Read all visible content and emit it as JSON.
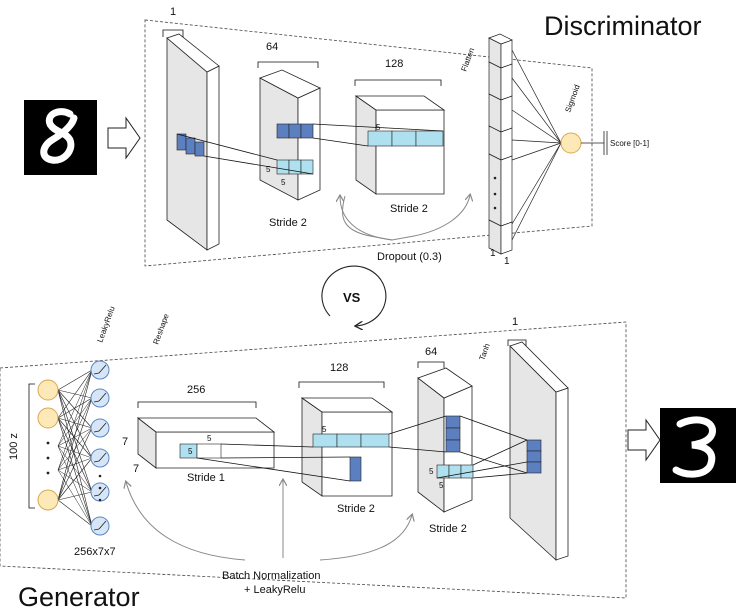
{
  "discriminator": {
    "title": "Discriminator",
    "input_depth_label": "1",
    "conv1_filters_label": "64",
    "conv2_filters_label": "128",
    "conv1_stride_label": "Stride 2",
    "conv2_stride_label": "Stride 2",
    "dropout_label": "Dropout (0.3)",
    "flatten_label": "Flatten",
    "sigmoid_label": "Sigmoid",
    "score_label": "Score [0-1]",
    "kernel_label": "5",
    "flatten_bottom_label_a": "1",
    "flatten_bottom_label_b": "1"
  },
  "versus_label": "VS",
  "generator": {
    "title": "Generator",
    "noise_label": "100 z",
    "leakyrelu_label": "LeakyRelu",
    "reshape_label": "Reshape",
    "dense_size_label": "256x7x7",
    "block1_filters_label": "256",
    "block2_filters_label": "128",
    "block3_filters_label": "64",
    "output_depth_label": "1",
    "tanh_label": "Tanh",
    "block1_stride_label": "Stride 1",
    "block2_stride_label": "Stride 2",
    "block3_stride_label": "Stride 2",
    "height_label": "7",
    "width_label": "7",
    "kernel_label": "5",
    "batchnorm_label_line1": "Batch Normalization",
    "batchnorm_label_line2": "+ LeakyRelu",
    "input_ellipsis": "·\n·\n·"
  },
  "colors": {
    "layer_face": "#e6e6e6",
    "layer_side": "#ffffff",
    "kernel_dark": "#5b7fbf",
    "kernel_light": "#aee0ef",
    "neuron_fill": "#fde9b8",
    "neuron_stroke": "#d9a84e",
    "act_fill": "#d6e6f7",
    "act_stroke": "#5b86c4"
  }
}
